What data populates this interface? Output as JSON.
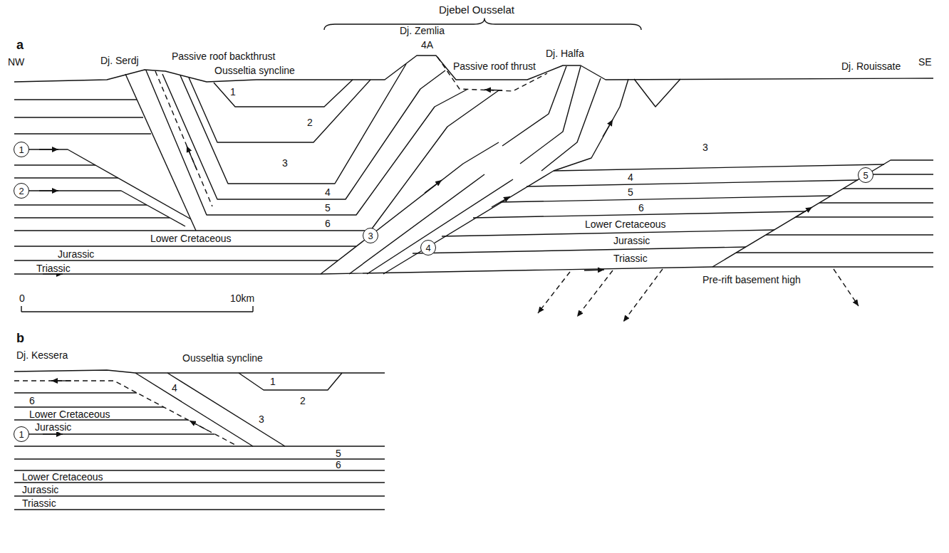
{
  "diagram": {
    "nodes": [
      {
        "text": [
          "1"
        ]
      },
      {
        "text": [
          "2"
        ]
      },
      {
        "text": [
          "3"
        ]
      },
      {
        "text": [
          "4"
        ]
      },
      {
        "text": [
          "5"
        ]
      },
      {
        "text": [
          "1"
        ]
      }
    ],
    "labels": [
      "Djebel Ousselat",
      "a",
      "NW",
      "Dj. Serdj",
      "Passive roof backthrust",
      "Ousseltia syncline",
      "Dj. Zemlia",
      "4A",
      "Passive roof thrust",
      "Dj. Halfa",
      "Dj. Rouissate",
      "SE",
      "1",
      "2",
      "3",
      "3",
      "4",
      "5",
      "6",
      "4",
      "5",
      "6",
      "Lower Cretaceous",
      "Jurassic",
      "Triassic",
      "Lower Cretaceous",
      "Jurassic",
      "Triassic",
      "Pre-rift basement high",
      "0",
      "10km",
      "b",
      "Dj. Kessera",
      "Ousseltia syncline",
      "4",
      "1",
      "2",
      "3",
      "6",
      "Lower Cretaceous",
      "Jurassic",
      "5",
      "6",
      "Lower Cretaceous",
      "Jurassic",
      "Triassic"
    ]
  }
}
